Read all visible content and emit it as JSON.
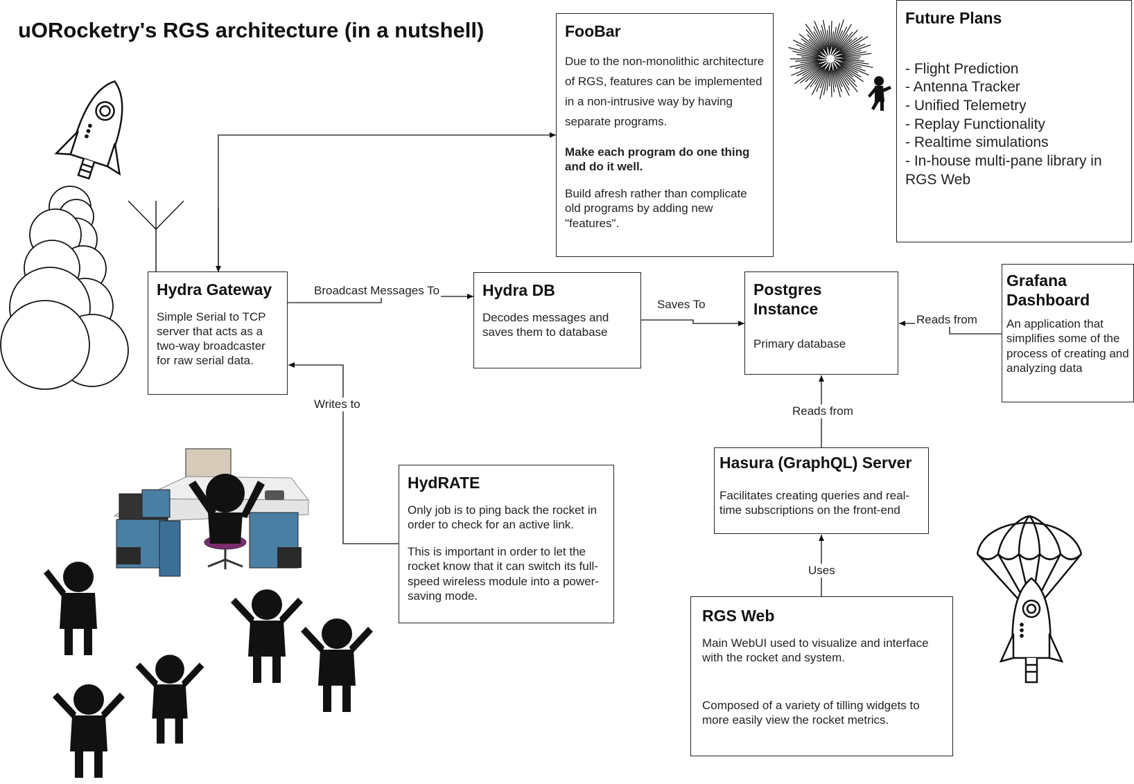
{
  "title": "uORocketry's RGS architecture (in a nutshell)",
  "nodes": {
    "foobar": {
      "title": "FooBar",
      "text1": "Due to the non-monolithic architecture of RGS, features can be implemented in a non-intrusive way by having separate programs.",
      "text2": "Make each program do one thing and do it well.",
      "text3": "Build afresh rather than complicate old programs by adding new \"features\"."
    },
    "future_plans": {
      "title": "Future Plans",
      "items": [
        "- Flight Prediction",
        "- Antenna Tracker",
        "- Unified Telemetry",
        "- Replay Functionality",
        "- Realtime simulations",
        "- In-house multi-pane library in RGS Web"
      ]
    },
    "hydra_gateway": {
      "title": "Hydra Gateway",
      "text": "Simple Serial to TCP server that acts as a two-way broadcaster for raw serial data."
    },
    "hydra_db": {
      "title": "Hydra DB",
      "text": "Decodes messages and saves them to database"
    },
    "postgres": {
      "title": "Postgres Instance",
      "text": "Primary database"
    },
    "grafana": {
      "title": "Grafana Dashboard",
      "text": "An application that simplifies some of the process of creating and analyzing data"
    },
    "hasura": {
      "title": "Hasura (GraphQL) Server",
      "text": "Facilitates creating queries and real-time subscriptions on the front-end"
    },
    "hydrate": {
      "title": "HydRATE",
      "text1": "Only job is to ping back the rocket in order to check for an active link.",
      "text2": "This is important in order to let the rocket know that it can switch its full-speed wireless module into a power-saving mode."
    },
    "rgs_web": {
      "title": "RGS Web",
      "text1": "Main WebUI used to visualize and interface with the rocket and system.",
      "text2": "Composed of a variety of tilling widgets to more easily view the rocket metrics."
    }
  },
  "edges": {
    "broadcast": "Broadcast Messages To",
    "saves_to": "Saves To",
    "grafana_reads": "Reads from",
    "hasura_reads": "Reads from",
    "uses": "Uses",
    "writes_to": "Writes to"
  },
  "illustrations": [
    "rocket-icon",
    "smoke-cloud-icon",
    "antenna-icon",
    "firework-burst-icon",
    "jumping-person-icon",
    "office-desk-person-icon",
    "cheering-people-icon",
    "parachute-rocket-icon"
  ]
}
